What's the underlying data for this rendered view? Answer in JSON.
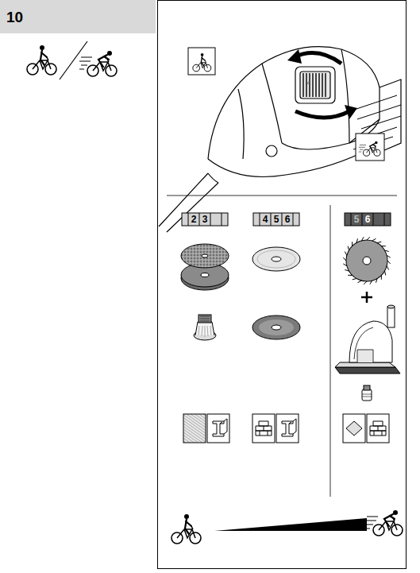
{
  "diagram": {
    "labels": [
      "10",
      "4",
      "2",
      "3",
      "4",
      "5",
      "6",
      "5",
      "6"
    ]
  }
}
